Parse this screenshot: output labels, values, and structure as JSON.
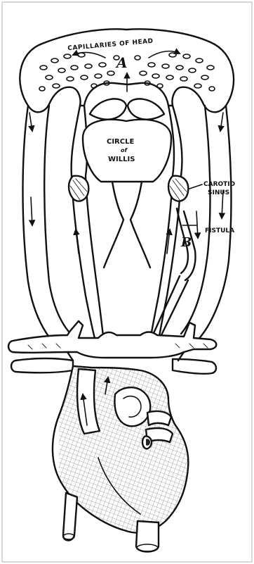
{
  "labels": {
    "capillaries": "CAPILLARIES OF HEAD",
    "point_a": "A",
    "circle_line1": "CIRCLE",
    "circle_line2": "of",
    "circle_line3": "WILLIS",
    "carotid_line1": "CAROTID",
    "carotid_line2": "SINUS",
    "point_b": "B",
    "fistula": "FISTULA"
  }
}
